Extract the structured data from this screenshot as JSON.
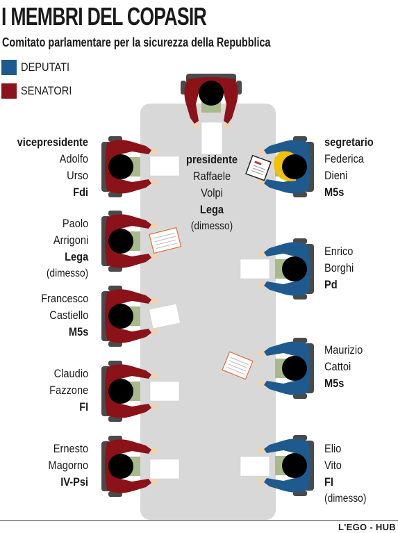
{
  "title": "I MEMBRI DEL COPASIR",
  "subtitle": "Comitato parlamentare per la sicurezza della Repubblica",
  "legend": [
    {
      "label": "DEPUTATI",
      "color": "#1e5a8e"
    },
    {
      "label": "SENATORI",
      "color": "#8b1218"
    }
  ],
  "colors": {
    "deputati": "#1e5a8e",
    "senatori": "#8b1218",
    "table": "#d8d8d8",
    "chair": "#4a4a4a",
    "shirt": "#a8b98c",
    "head": "#000000",
    "hand": "#f3d2a8",
    "blond_hair": "#f2c200"
  },
  "members": {
    "presidente": {
      "role": "presidente",
      "first": "Raffaele",
      "last": "Volpi",
      "party": "Lega",
      "note": "(dimesso)",
      "chamber": "senatori"
    },
    "vicepresidente": {
      "role": "vicepresidente",
      "first": "Adolfo",
      "last": "Urso",
      "party": "Fdi",
      "chamber": "senatori"
    },
    "segretario": {
      "role": "segretario",
      "first": "Federica",
      "last": "Dieni",
      "party": "M5s",
      "chamber": "deputati"
    },
    "arrigoni": {
      "first": "Paolo",
      "last": "Arrigoni",
      "party": "Lega",
      "note": "(dimesso)",
      "chamber": "senatori"
    },
    "castiello": {
      "first": "Francesco",
      "last": "Castiello",
      "party": "M5s",
      "chamber": "senatori"
    },
    "fazzone": {
      "first": "Claudio",
      "last": "Fazzone",
      "party": "FI",
      "chamber": "senatori"
    },
    "magorno": {
      "first": "Ernesto",
      "last": "Magorno",
      "party": "IV-Psi",
      "chamber": "senatori"
    },
    "borghi": {
      "first": "Enrico",
      "last": "Borghi",
      "party": "Pd",
      "chamber": "deputati"
    },
    "cattoi": {
      "first": "Maurizio",
      "last": "Cattoi",
      "party": "M5s",
      "chamber": "deputati"
    },
    "vito": {
      "first": "Elio",
      "last": "Vito",
      "party": "FI",
      "note": "(dimesso)",
      "chamber": "deputati"
    }
  },
  "credit": "L'EGO - HUB"
}
